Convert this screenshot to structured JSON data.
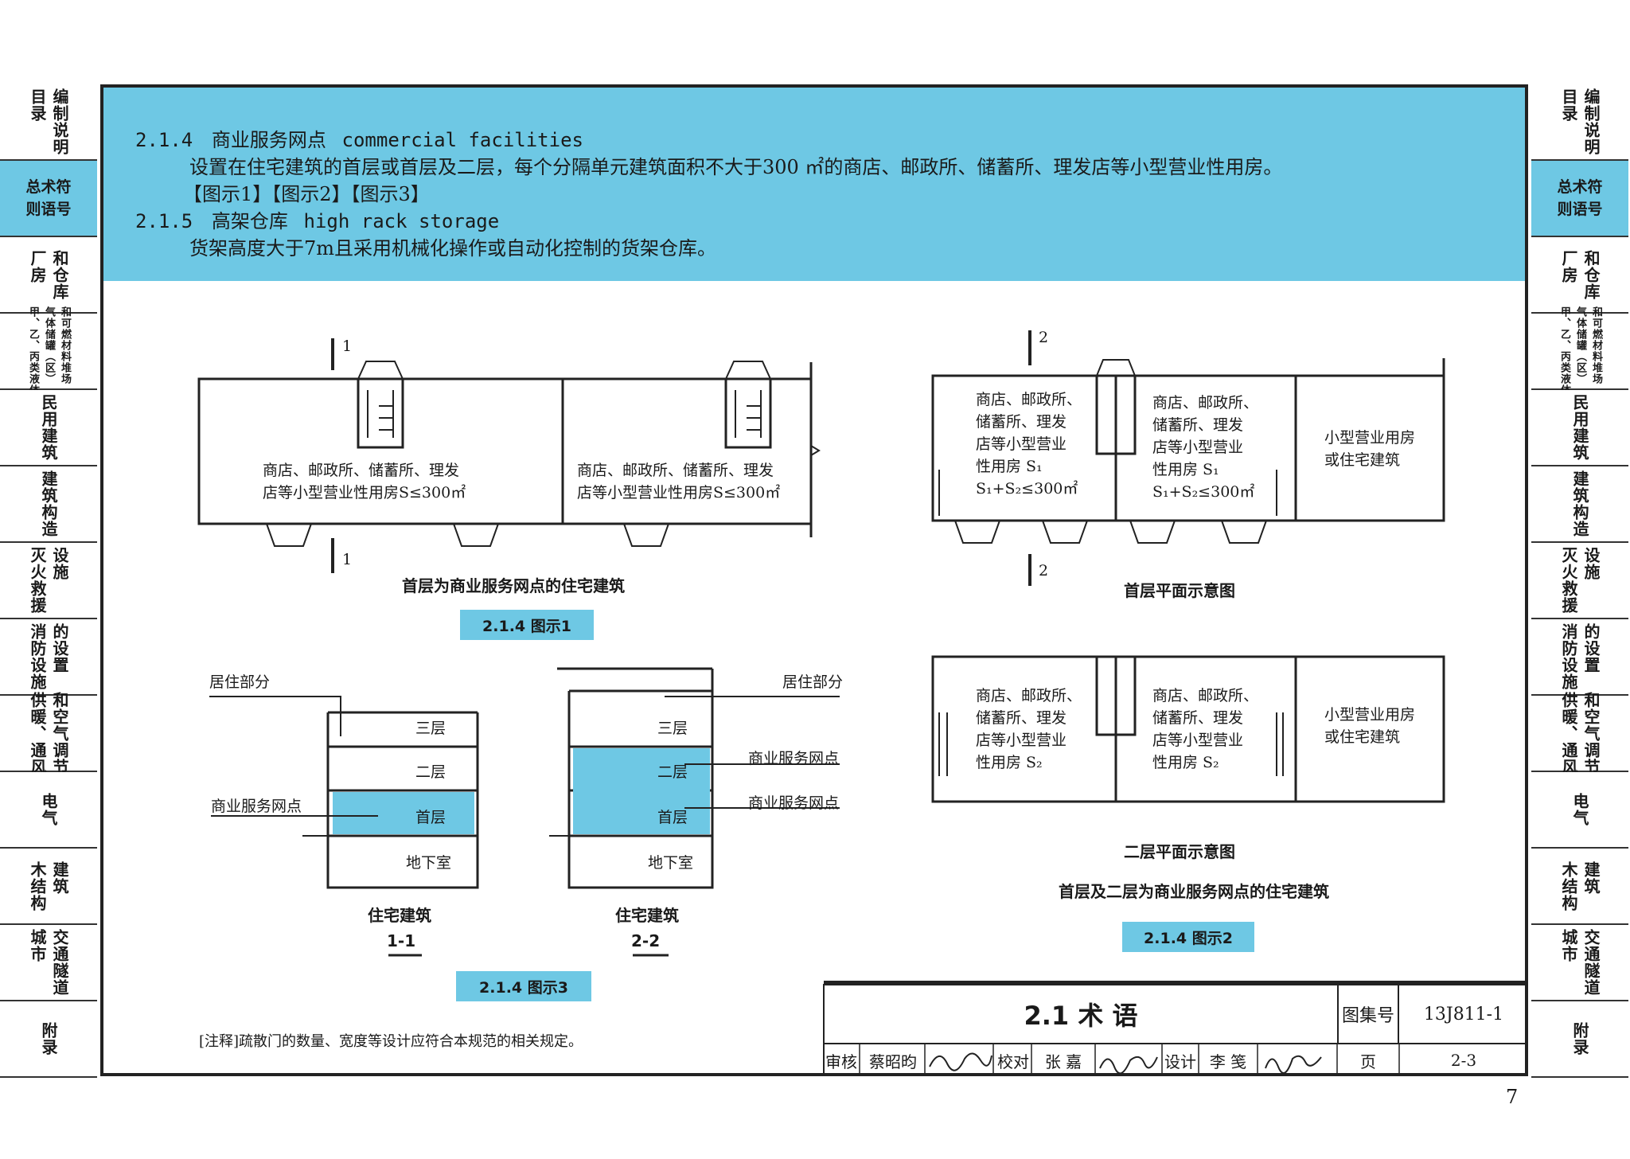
{
  "side_tabs": [
    {
      "cols": [
        "编制说明",
        "目录"
      ],
      "active": false
    },
    {
      "heading": [
        "总术符",
        "则语号"
      ],
      "active": true
    },
    {
      "cols": [
        "和仓库",
        "厂房"
      ],
      "active": false
    },
    {
      "cols": [
        "和可燃材料堆场",
        "气体储罐（区）",
        "甲、乙、丙类液体"
      ],
      "small": true,
      "active": false
    },
    {
      "cols": [
        "民用建筑"
      ],
      "active": false
    },
    {
      "cols": [
        "建筑构造"
      ],
      "active": false
    },
    {
      "cols": [
        "设施",
        "灭火救援"
      ],
      "active": false
    },
    {
      "cols": [
        "的设置",
        "消防设施"
      ],
      "active": false
    },
    {
      "cols": [
        "和空气调节",
        "供暖、通风"
      ],
      "active": false
    },
    {
      "cols": [
        "电气"
      ],
      "active": false
    },
    {
      "cols": [
        "建筑",
        "木结构"
      ],
      "active": false
    },
    {
      "cols": [
        "交通隧道",
        "城市"
      ],
      "active": false
    },
    {
      "cols": [
        "附录"
      ],
      "active": false
    }
  ],
  "banner": {
    "l1_num": "2.1.4",
    "l1_cn": "商业服务网点",
    "l1_en": "commercial facilities",
    "l2": "设置在住宅建筑的首层或首层及二层，每个分隔单元建筑面积不大于300 ㎡的商店、邮政所、储蓄所、理发店等小型营业性用房。",
    "l3": "【图示1】【图示2】【图示3】",
    "l4_num": "2.1.5",
    "l4_cn": "高架仓库",
    "l4_en": "high rack storage",
    "l5": "货架高度大于7m且采用机械化操作或自动化控制的货架仓库。"
  },
  "fig1": {
    "section_mark": "1",
    "room_text_1": "商店、邮政所、储蓄所、理发",
    "room_text_2": "店等小型营业性用房S≤300㎡",
    "caption": "首层为商业服务网点的住宅建筑",
    "badge": "2.1.4  图示1"
  },
  "fig2": {
    "section_mark": "2",
    "cell_s1": [
      "商店、邮政所、",
      "储蓄所、理发",
      "店等小型营业",
      "性用房  S₁",
      "S₁+S₂≤300㎡"
    ],
    "cell_s2": [
      "商店、邮政所、",
      "储蓄所、理发",
      "店等小型营业",
      "性用房  S₂"
    ],
    "other": [
      "小型营业用房",
      "或住宅建筑"
    ],
    "caption_ground": "首层平面示意图",
    "caption_second": "二层平面示意图",
    "caption": "首层及二层为商业服务网点的住宅建筑",
    "badge": "2.1.4  图示2"
  },
  "fig3": {
    "residential_part": "居住部分",
    "commercial_point": "商业服务网点",
    "floor3": "三层",
    "floor2": "二层",
    "floor1": "首层",
    "basement": "地下室",
    "building": "住宅建筑",
    "sec1": "1-1",
    "sec2": "2-2",
    "badge": "2.1.4  图示3"
  },
  "note": "[注释]疏散门的数量、宽度等设计应符合本规范的相关规定。",
  "title_block": {
    "title": "2.1 术 语",
    "atlas_label": "图集号",
    "atlas_no": "13J811-1",
    "review": "审核",
    "reviewer": "蔡昭昀",
    "check": "校对",
    "checker": "张 嘉",
    "design": "设计",
    "designer": "李 笺",
    "page_label": "页",
    "page_no": "2-3"
  },
  "page_number": "7",
  "colors": {
    "accent": "#6ec8e4",
    "line": "#222222"
  }
}
